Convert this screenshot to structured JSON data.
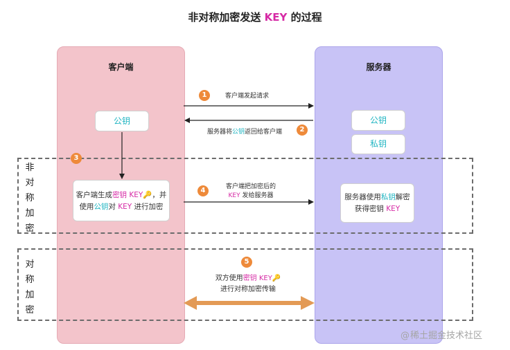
{
  "title": {
    "prefix": "非对称加密发送 ",
    "key": "KEY",
    "suffix": " 的过程"
  },
  "client": {
    "title": "客户端",
    "public_key": "公钥",
    "gen_box": {
      "line1_a": "客户端生成",
      "line1_b": "密钥",
      "line1_c": " KEY",
      "line1_d": "，并",
      "line2_a": "使用",
      "line2_b": "公钥",
      "line2_c": "对 ",
      "line2_d": "KEY",
      "line2_e": " 进行加密"
    }
  },
  "server": {
    "title": "服务器",
    "public_key": "公钥",
    "private_key": "私钥",
    "dec_box": {
      "line1_a": "服务器使用",
      "line1_b": "私钥",
      "line1_c": "解密",
      "line2_a": "获得密钥 ",
      "line2_b": "KEY"
    }
  },
  "bands": {
    "asymmetric": "非对称加密",
    "symmetric": "对称加密"
  },
  "steps": [
    "1",
    "2",
    "3",
    "4",
    "5"
  ],
  "messages": {
    "m1": "客户端发起请求",
    "m2_a": "服务器将",
    "m2_b": "公钥",
    "m2_c": "返回给客户端",
    "m4_line1": "客户端把加密后的",
    "m4_line2_a": "KEY",
    "m4_line2_b": " 发给服务器",
    "m5_line1_a": "双方使用",
    "m5_line1_b": "密钥",
    "m5_line1_c": " KEY",
    "m5_line2": "进行对称加密传输"
  },
  "key_emoji": "🔑",
  "watermark": {
    "at": "@",
    "text": "稀土掘金技术社区"
  },
  "colors": {
    "client_panel": "#f3c4cb",
    "server_panel": "#c8c3f6",
    "step_badge": "#ee8a3a",
    "teal_text": "#20b5c2",
    "pink_text": "#d62aa5",
    "transfer_arrow": "#e39a55"
  }
}
